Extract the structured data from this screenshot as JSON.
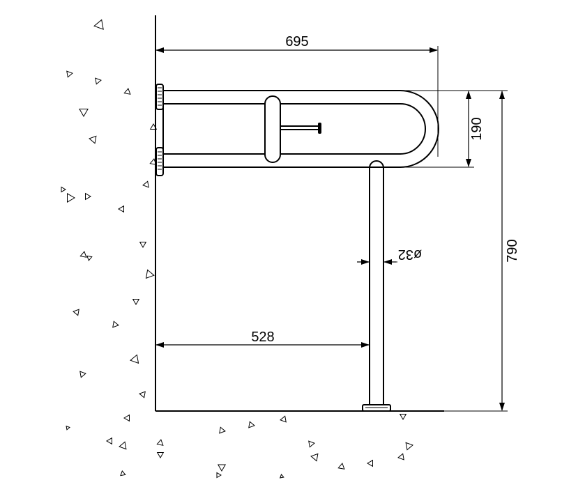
{
  "diagram": {
    "type": "technical-drawing",
    "subject": "hinged grab bar with toilet roll holder and floor leg",
    "dimensions": {
      "overall_width": "695",
      "bar_spacing": "190",
      "overall_height": "790",
      "leg_offset": "528",
      "tube_diameter": "ø32"
    },
    "hatching": "concrete wall and floor",
    "line_color": "#000000",
    "background_color": "#ffffff"
  }
}
